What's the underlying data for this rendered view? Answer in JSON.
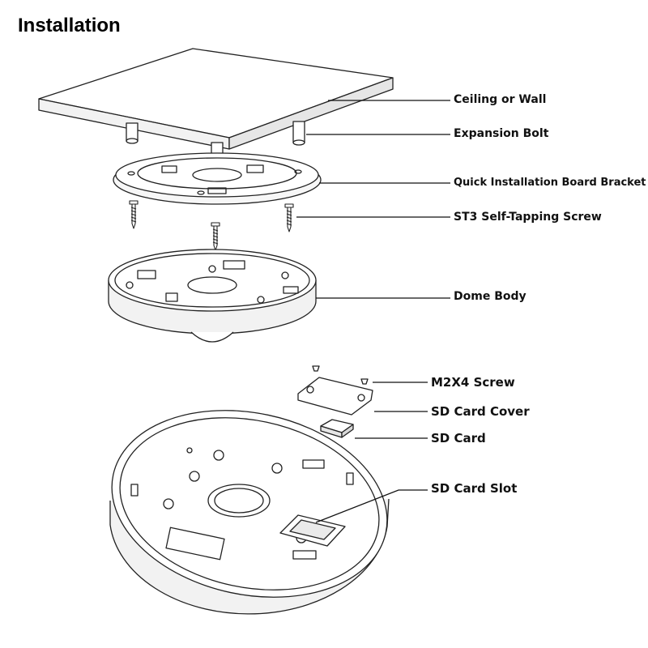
{
  "title": "Installation",
  "labels": {
    "ceiling": "Ceiling or Wall",
    "expansion_bolt": "Expansion Bolt",
    "bracket": "Quick Installation Board Bracket",
    "st3_screw": "ST3 Self-Tapping Screw",
    "dome_body": "Dome Body",
    "m2x4_screw": "M2X4 Screw",
    "sd_cover": "SD Card Cover",
    "sd_card": "SD Card",
    "sd_slot": "SD Card Slot"
  }
}
